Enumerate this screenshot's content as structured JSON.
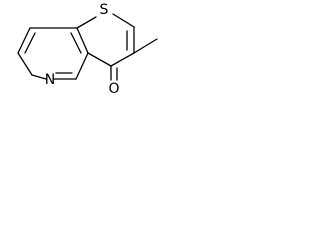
{
  "structure": {
    "atoms": {
      "sulfur": "S",
      "nitrogen": "N",
      "oxygen": "O"
    }
  }
}
